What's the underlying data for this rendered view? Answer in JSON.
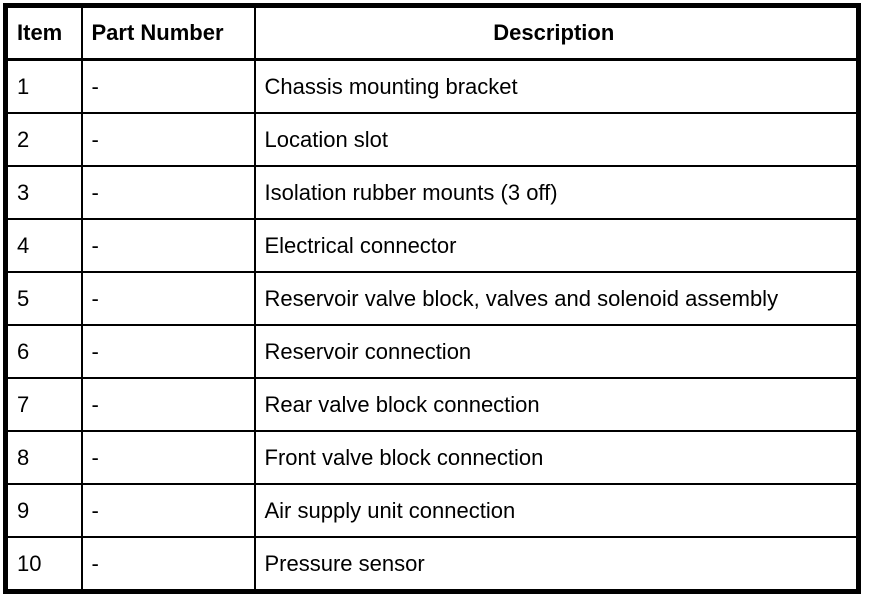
{
  "colors": {
    "border": "#000000",
    "background": "#ffffff",
    "text": "#000000"
  },
  "table": {
    "headers": {
      "item": "Item",
      "part_number": "Part Number",
      "description": "Description"
    },
    "rows": [
      {
        "item": "1",
        "part_number": "-",
        "description": "Chassis mounting bracket"
      },
      {
        "item": "2",
        "part_number": "-",
        "description": "Location slot"
      },
      {
        "item": "3",
        "part_number": "-",
        "description": "Isolation rubber mounts (3 off)"
      },
      {
        "item": "4",
        "part_number": "-",
        "description": "Electrical connector"
      },
      {
        "item": "5",
        "part_number": "-",
        "description": "Reservoir valve block, valves and solenoid assembly"
      },
      {
        "item": "6",
        "part_number": "-",
        "description": "Reservoir connection"
      },
      {
        "item": "7",
        "part_number": "-",
        "description": "Rear valve block connection"
      },
      {
        "item": "8",
        "part_number": "-",
        "description": "Front valve block connection"
      },
      {
        "item": "9",
        "part_number": "-",
        "description": "Air supply unit connection"
      },
      {
        "item": "10",
        "part_number": "-",
        "description": "Pressure sensor"
      }
    ]
  }
}
